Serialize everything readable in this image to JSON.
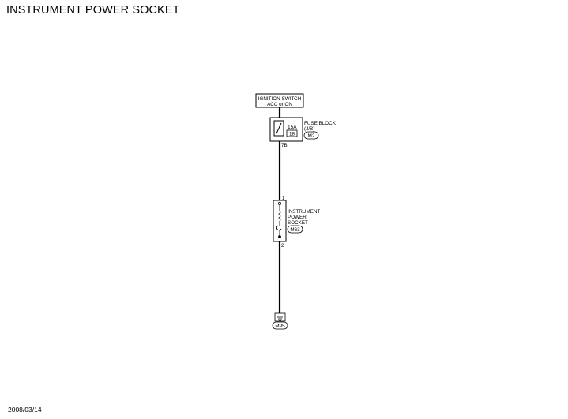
{
  "title": "INSTRUMENT POWER SOCKET",
  "date": "2008/03/14",
  "power_source": {
    "line1": "IGNITION SWITCH",
    "line2": "ACC or ON"
  },
  "fuse": {
    "rating": "15A",
    "number": "18",
    "block_line1": "FUSE BLOCK",
    "block_line2": "(J/B)",
    "connector": "M2",
    "terminal": "7B"
  },
  "socket": {
    "line1": "INSTRUMENT",
    "line2": "POWER",
    "line3": "SOCKET",
    "connector": "M63",
    "pin_top": "1",
    "pin_bottom": "2"
  },
  "ground": {
    "connector": "M95"
  }
}
